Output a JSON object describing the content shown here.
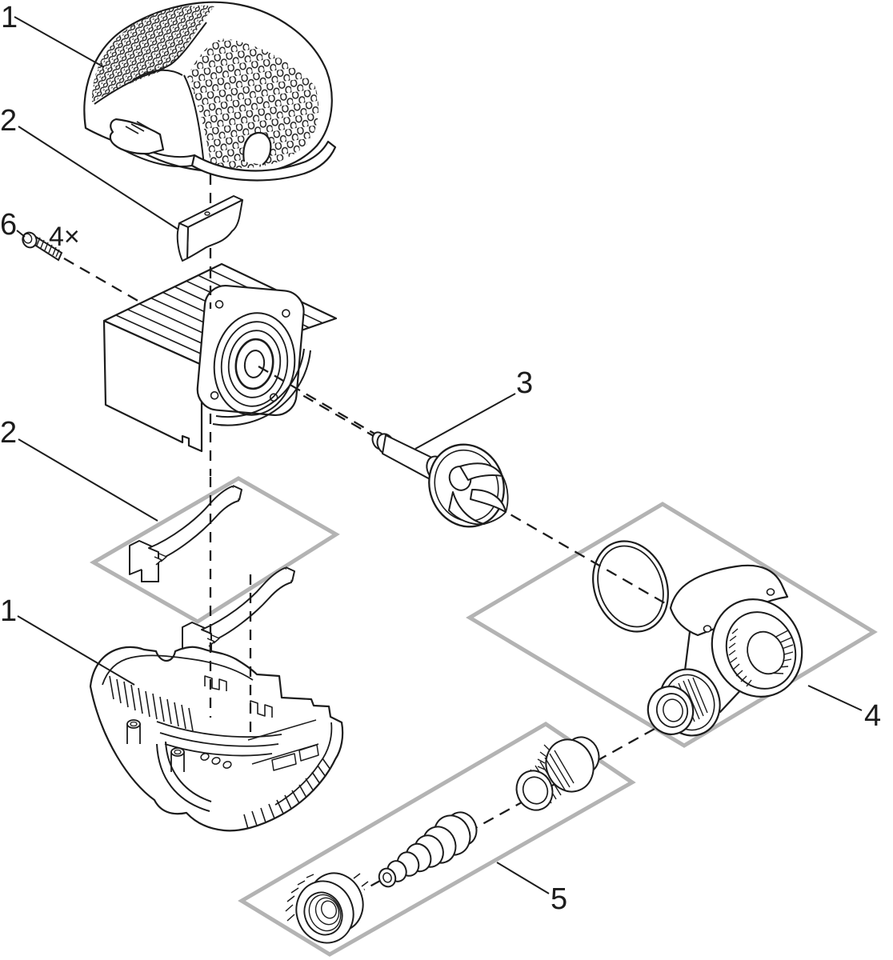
{
  "diagram": {
    "type": "exploded-parts-diagram",
    "subject": "pond-pump assembly drawing",
    "background_color": "#ffffff",
    "line_color": "#1c1c1c",
    "panel_color": "#b3b3b3",
    "callouts": [
      {
        "id": "strainer-cover-upper",
        "text": "1"
      },
      {
        "id": "clip-upper",
        "text": "2"
      },
      {
        "id": "screw",
        "text": "6"
      },
      {
        "id": "screw-quantity",
        "text": "4×"
      },
      {
        "id": "impeller-rotor",
        "text": "3"
      },
      {
        "id": "clips-lower-pair",
        "text": "2"
      },
      {
        "id": "pump-housing-lower",
        "text": "1"
      },
      {
        "id": "outlet-elbow-kit",
        "text": "4"
      },
      {
        "id": "hose-connector-kit",
        "text": "5"
      }
    ]
  }
}
